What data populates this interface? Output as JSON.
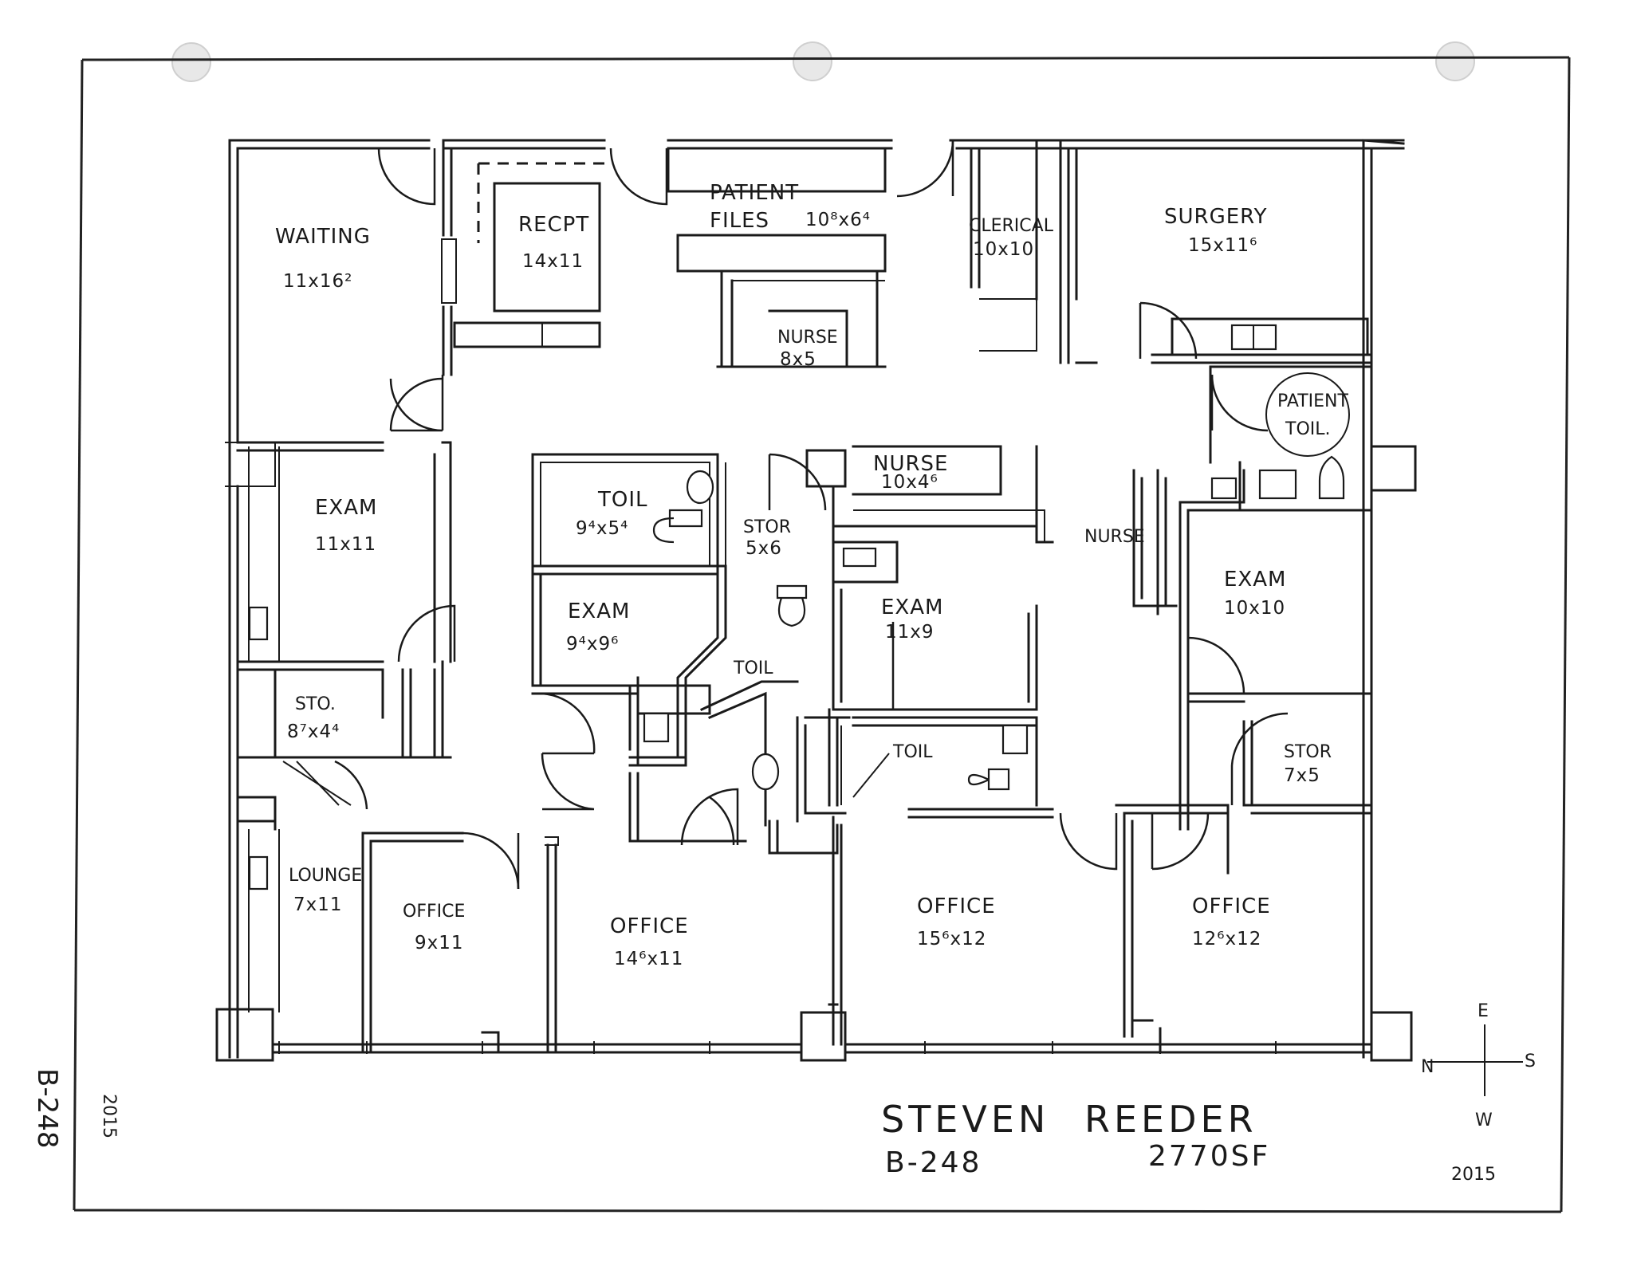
{
  "rooms": [
    {
      "id": "waiting",
      "name": "WAITING",
      "dims": "11x16²"
    },
    {
      "id": "recept",
      "name": "RECPT",
      "dims": "14x11"
    },
    {
      "id": "patient-files",
      "name": "PATIENT",
      "name2": "FILES",
      "dims": "10⁸x6⁴"
    },
    {
      "id": "clerical",
      "name": "CLERICAL",
      "dims": "10x10"
    },
    {
      "id": "surgery",
      "name": "SURGERY",
      "dims": "15x11⁶"
    },
    {
      "id": "nurse-station",
      "name": "NURSE",
      "dims": "8x5"
    },
    {
      "id": "patient-toil",
      "name": "PATIENT",
      "name2": "TOIL."
    },
    {
      "id": "exam-1",
      "name": "EXAM",
      "dims": "11x11"
    },
    {
      "id": "toil-1",
      "name": "TOIL",
      "dims": "9⁴x5⁴"
    },
    {
      "id": "stor-1",
      "name": "STOR",
      "dims": "5x6"
    },
    {
      "id": "nurse-2",
      "name": "NURSE",
      "dims": "10x4⁶"
    },
    {
      "id": "nurse-3",
      "name": "NURSE"
    },
    {
      "id": "exam-2",
      "name": "EXAM",
      "dims": "9⁴x9⁶"
    },
    {
      "id": "exam-3",
      "name": "EXAM",
      "dims": "11x9"
    },
    {
      "id": "exam-4",
      "name": "EXAM",
      "dims": "10x10"
    },
    {
      "id": "toil-2",
      "name": "TOIL"
    },
    {
      "id": "sto",
      "name": "STO.",
      "dims": "8⁷x4⁴"
    },
    {
      "id": "toil-3",
      "name": "TOIL"
    },
    {
      "id": "stor-2",
      "name": "STOR",
      "dims": "7x5"
    },
    {
      "id": "lounge",
      "name": "LOUNGE",
      "dims": "7x11"
    },
    {
      "id": "office-1",
      "name": "OFFICE",
      "dims": "9x11"
    },
    {
      "id": "office-2",
      "name": "OFFICE",
      "dims": "14⁶x11"
    },
    {
      "id": "office-3",
      "name": "OFFICE",
      "dims": "15⁶x12"
    },
    {
      "id": "office-4",
      "name": "OFFICE",
      "dims": "12⁶x12"
    }
  ],
  "title": {
    "name_first": "STEVEN",
    "name_last": "REEDER",
    "code": "B-248",
    "area": "2770SF"
  },
  "compass": {
    "north": "N",
    "south": "S",
    "east": "E",
    "west": "W"
  },
  "margin_code": "B-248",
  "margin_year": "2015",
  "corner_year": "2015"
}
